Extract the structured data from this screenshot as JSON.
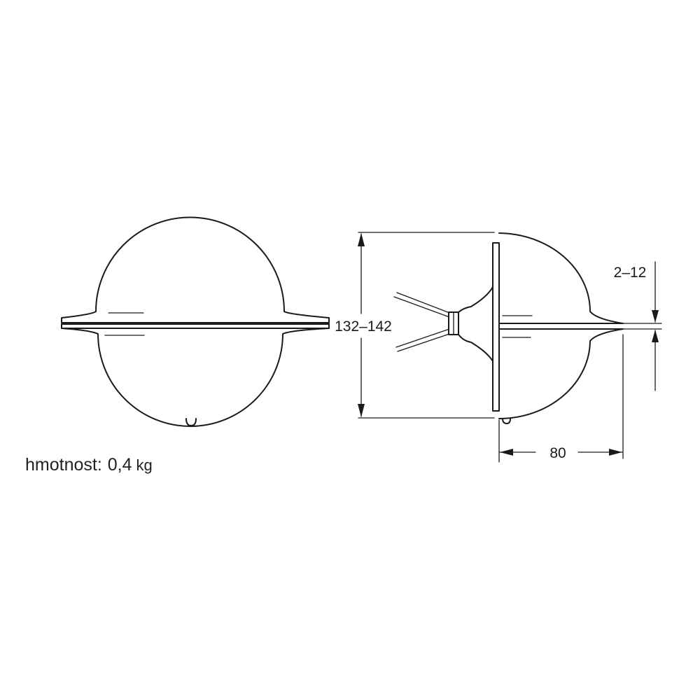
{
  "dimensions": {
    "height": "132–142",
    "gap": "2–12",
    "depth": "80"
  },
  "weight": {
    "label": "hmotnost:",
    "value": "0,4",
    "unit": "kg"
  }
}
